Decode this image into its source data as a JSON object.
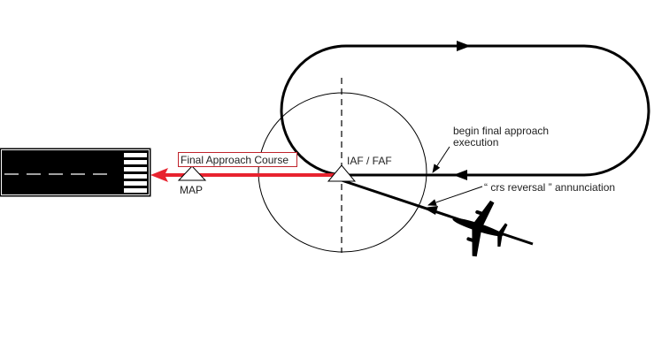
{
  "labels": {
    "final_approach_course": "Final Approach Course",
    "map": "MAP",
    "iaf_faf": "IAF / FAF",
    "begin_final_line1": "begin final approach",
    "begin_final_line2": "execution",
    "crs_reversal": "“ crs reversal ” annunciation"
  },
  "colors": {
    "course": "#e8232f",
    "track": "#000000",
    "runway": "#000000"
  }
}
